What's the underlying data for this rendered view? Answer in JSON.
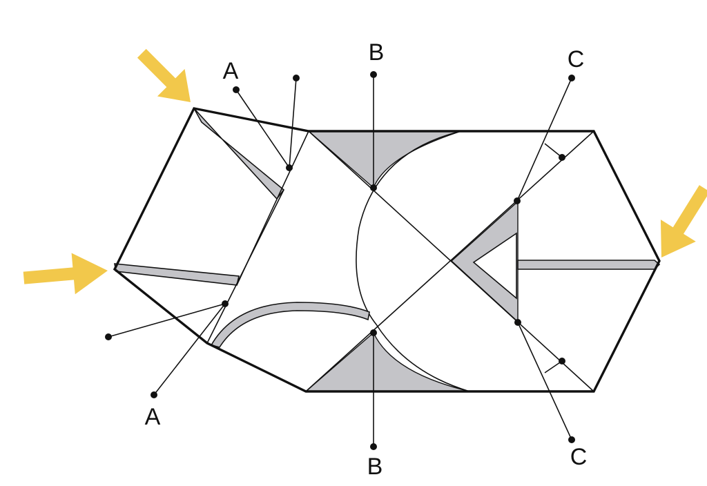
{
  "labels": {
    "a_top": "A",
    "a_bottom": "A",
    "b_top": "B",
    "b_bottom": "B",
    "c_top": "C",
    "c_bottom": "C"
  },
  "colors": {
    "outline": "#111111",
    "shaded_region": "#c4c4c8",
    "arrow": "#f2c84b",
    "background": "#ffffff"
  }
}
